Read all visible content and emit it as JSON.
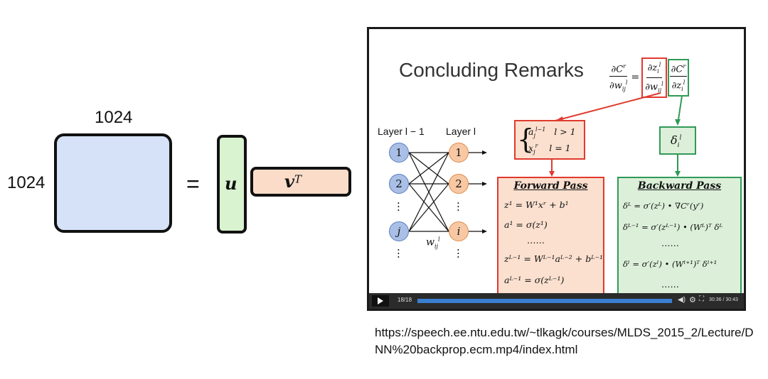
{
  "left_diagram": {
    "width_label": "1024",
    "height_label": "1024",
    "equals": "=",
    "u_label": "u",
    "v_label": "v",
    "v_superscript": "T",
    "matrix_color": "#d6e2f7",
    "u_color": "#d9f2d0",
    "v_color": "#fbdcc9"
  },
  "slide": {
    "title": "Concluding Remarks",
    "layer_left_label": "Layer l − 1",
    "layer_right_label": "Layer l",
    "left_nodes": [
      "1",
      "2",
      "j"
    ],
    "right_nodes": [
      "1",
      "2",
      "i"
    ],
    "weight_label": "w",
    "forward_pass": {
      "heading": "Forward Pass",
      "lines": [
        "z¹ = W¹xʳ + b¹",
        "a¹ = σ(z¹)",
        "……",
        "zᴸ⁻¹ = Wᴸ⁻¹aᴸ⁻² + bᴸ⁻¹",
        "aᴸ⁻¹ = σ(zᴸ⁻¹)"
      ]
    },
    "backward_pass": {
      "heading": "Backward Pass",
      "lines": [
        "δᴸ = σ′(zᴸ) • ∇Cʳ(yʳ)",
        "δᴸ⁻¹ = σ′(zᴸ⁻¹) • (Wᴸ)ᵀ δᴸ",
        "……",
        "δˡ = σ′(zˡ) • (Wˡ⁺¹)ᵀ δˡ⁺¹",
        "……"
      ]
    },
    "player": {
      "slide_counter": "18/18",
      "time": "30:36 / 30:43"
    }
  },
  "url_text": "https://speech.ee.ntu.edu.tw/~tlkagk/courses/MLDS_2015_2/Lecture/DNN%20backprop.ecm.mp4/index.html",
  "colors": {
    "red": "#e03a2e",
    "green": "#2f9a58",
    "forward_bg": "#fbe0cf",
    "backward_bg": "#dcf0d9"
  }
}
